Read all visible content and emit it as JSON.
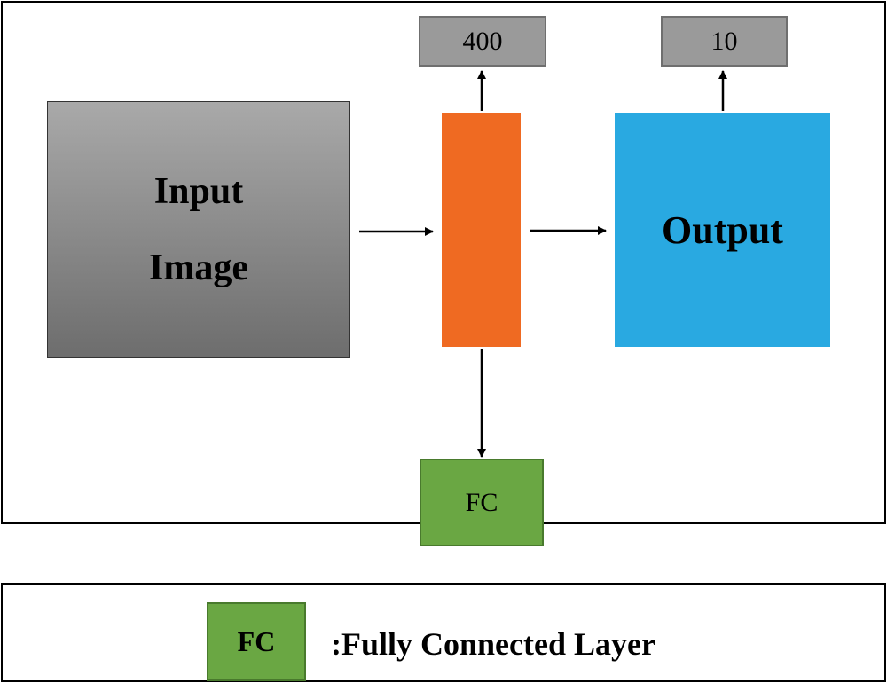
{
  "diagram": {
    "input_label_line1": "Input",
    "input_label_line2": "Image",
    "fc_output_size": "400",
    "output_label": "Output",
    "output_size": "10",
    "fc_block_label": "FC"
  },
  "legend": {
    "swatch_label": "FC",
    "description": ":Fully Connected Layer"
  },
  "colors": {
    "input": "#8a8a8a",
    "fc_layer": "#ef6a22",
    "output": "#29a9e1",
    "fc_box": "#6aa743",
    "size_box": "#9a9a9a"
  }
}
